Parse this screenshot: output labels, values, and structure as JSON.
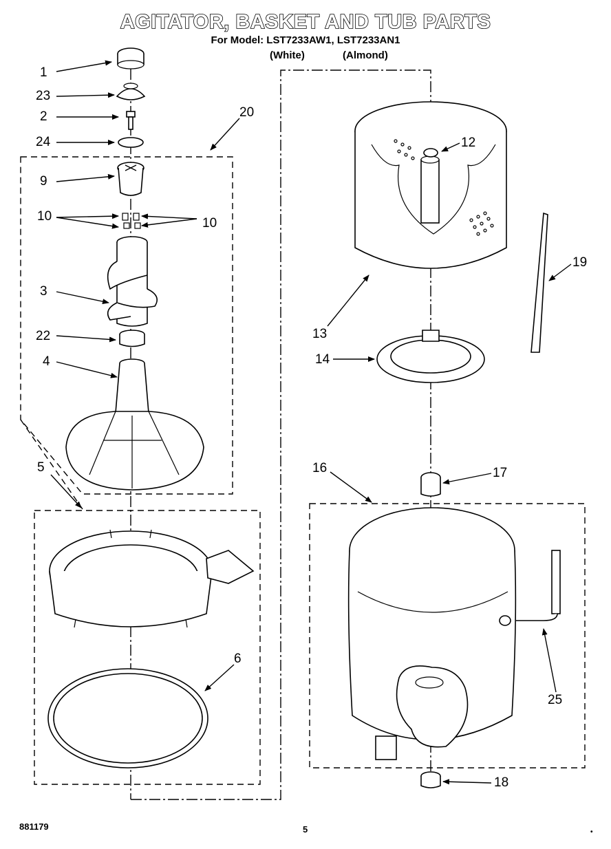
{
  "title": "AGITATOR, BASKET AND TUB PARTS",
  "subtitle": "For Model: LST7233AW1, LST7233AN1",
  "variants": [
    "(White)",
    "(Almond)"
  ],
  "callouts": [
    "1",
    "23",
    "2",
    "24",
    "20",
    "9",
    "10",
    "10",
    "3",
    "22",
    "4",
    "5",
    "6",
    "12",
    "19",
    "13",
    "14",
    "16",
    "17",
    "25",
    "18"
  ],
  "footer": {
    "doc_number": "881179",
    "page_number": "5",
    "mark": "•"
  }
}
